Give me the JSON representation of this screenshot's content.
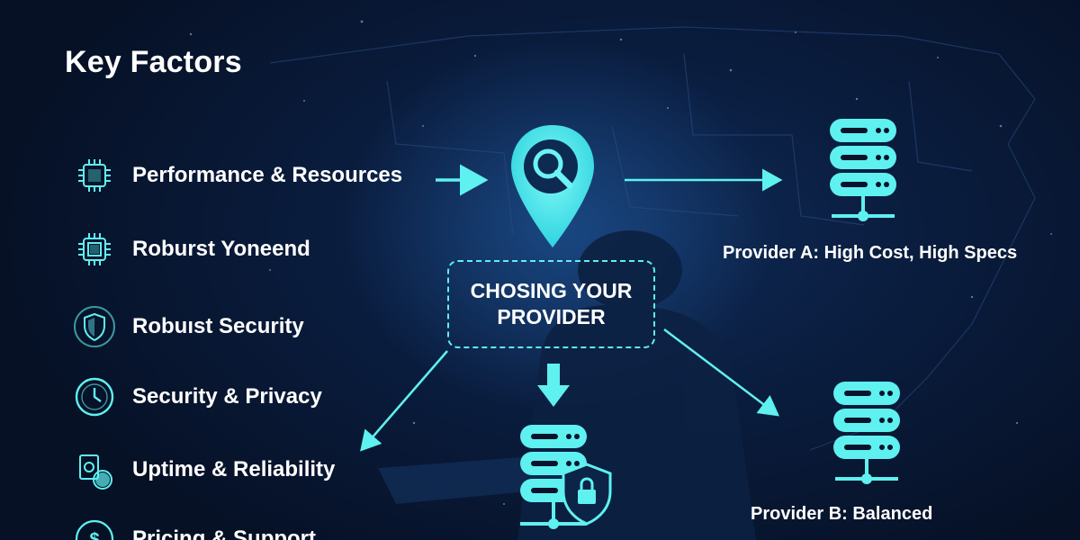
{
  "title": "Key Factors",
  "factors": [
    {
      "label": "Performance & Resources",
      "icon": "cpu-chip-icon"
    },
    {
      "label": "Roburst Yoneend",
      "icon": "cpu-chip-icon"
    },
    {
      "label": "Robuıst Security",
      "icon": "shield-icon"
    },
    {
      "label": "Security & Privacy",
      "icon": "clock-icon"
    },
    {
      "label": "Uptime & Reliability",
      "icon": "uptime-gear-icon"
    },
    {
      "label": "Pricing & Support",
      "icon": "dollar-icon"
    }
  ],
  "center": {
    "label": "CHOSING YOUR\nPROVIDER",
    "icon": "location-search-icon"
  },
  "providers": {
    "a": {
      "label": "Provider A: High Cost, High Specs",
      "icon": "server-icon"
    },
    "b": {
      "label": "Provider B: Balanced",
      "icon": "server-icon"
    },
    "c": {
      "label": "",
      "icon": "secure-server-icon"
    }
  },
  "colors": {
    "accent": "#5ff0f0",
    "background": "#07142c",
    "text": "#ffffff"
  }
}
